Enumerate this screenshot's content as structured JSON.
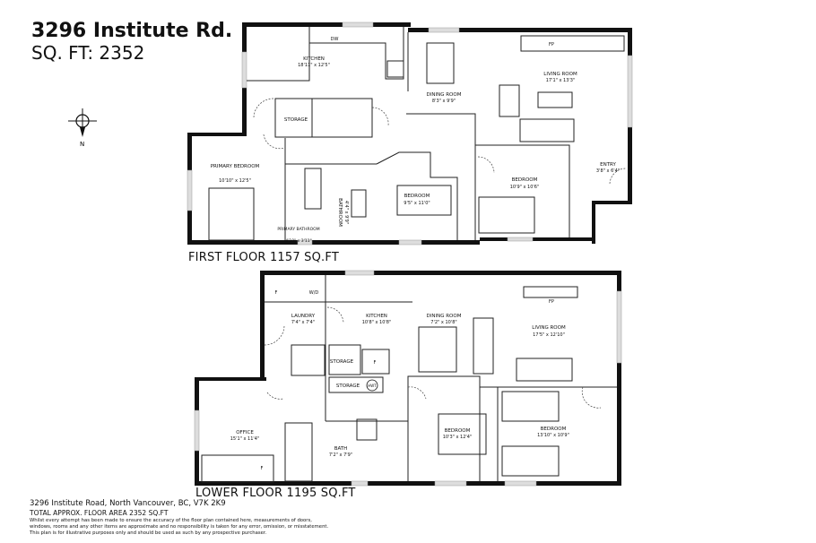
{
  "header": {
    "title": "3296 Institute Rd.",
    "sqft": "SQ. FT: 2352"
  },
  "compass": {
    "icon": "north-arrow-icon",
    "label": "N"
  },
  "first_floor": {
    "label": "FIRST FLOOR  1157 SQ.FT",
    "rooms": [
      {
        "name": "KITCHEN",
        "dims": "18'11\" x 12'5\""
      },
      {
        "name": "DINING ROOM",
        "dims": "8'3\" x 9'9\""
      },
      {
        "name": "LIVING ROOM",
        "dims": "17'1\" x 13'3\""
      },
      {
        "name": "STORAGE",
        "dims": ""
      },
      {
        "name": "PRIMARY BEDROOM",
        "dims": "10'10\" x 12'5\""
      },
      {
        "name": "BATHROOM",
        "dims": "4'4\" x 9'9\""
      },
      {
        "name": "PRIMARY BATHROOM",
        "dims": "4'10\" x 3'11\""
      },
      {
        "name": "BEDROOM",
        "dims": "9'5\" x 11'0\""
      },
      {
        "name": "BEDROOM",
        "dims": "10'9\" x 10'6\""
      },
      {
        "name": "ENTRY",
        "dims": "3'8\" x 6'4\""
      }
    ],
    "fixtures": {
      "fp": "FP",
      "dw": "DW"
    }
  },
  "lower_floor": {
    "label": "LOWER FLOOR  1195 SQ.FT",
    "rooms": [
      {
        "name": "LAUNDRY",
        "dims": "7'4\" x 7'4\""
      },
      {
        "name": "KITCHEN",
        "dims": "10'8\" x 10'8\""
      },
      {
        "name": "DINING ROOM",
        "dims": "7'2\" x 10'8\""
      },
      {
        "name": "LIVING ROOM",
        "dims": "17'5\" x 12'10\""
      },
      {
        "name": "STORAGE",
        "dims": ""
      },
      {
        "name": "STORAGE",
        "dims": ""
      },
      {
        "name": "OFFICE",
        "dims": "15'1\" x 11'4\""
      },
      {
        "name": "BATH",
        "dims": "7'2\" x 7'9\""
      },
      {
        "name": "BEDROOM",
        "dims": "10'3\" x 12'4\""
      },
      {
        "name": "BEDROOM",
        "dims": "13'10\" x 10'9\""
      }
    ],
    "fixtures": {
      "fp": "FP",
      "f1": "F",
      "wd": "W/D",
      "f2": "F",
      "f3": "F",
      "hwt": "HWT"
    }
  },
  "footer": {
    "address": "3296 Institute Road, North Vancouver, BC, V7K 2K9",
    "total_area": "TOTAL APPROX. FLOOR AREA 2352 SQ.FT",
    "disclaimer": [
      "Whilst every attempt has been made to ensure the accuracy of the floor plan contained here, measurements of doors,",
      "windows, rooms and any other items are approximate and no responsibility is taken for any error, omission, or misstatement.",
      "This plan is for illustrative purposes only and should be used as such by any prospective purchaser."
    ]
  }
}
